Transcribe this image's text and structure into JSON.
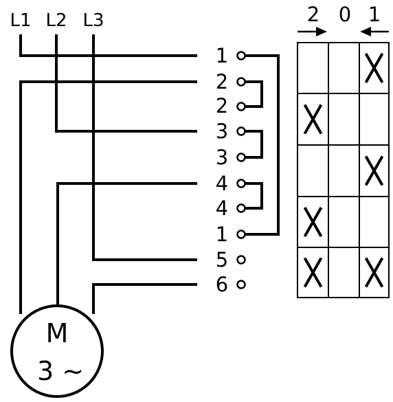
{
  "lines": [
    {
      "key": "L1",
      "label": "L1"
    },
    {
      "key": "L2",
      "label": "L2"
    },
    {
      "key": "L3",
      "label": "L3"
    }
  ],
  "terminals": [
    "1",
    "2",
    "2",
    "3",
    "3",
    "4",
    "4",
    "1",
    "5",
    "6"
  ],
  "switch_positions": [
    "2",
    "0",
    "1"
  ],
  "contact_table": [
    [
      false,
      false,
      true
    ],
    [
      true,
      false,
      false
    ],
    [
      false,
      false,
      true
    ],
    [
      true,
      false,
      false
    ],
    [
      true,
      false,
      true
    ]
  ],
  "contact_mark": "X",
  "motor": {
    "label": "M",
    "phase": "3 ~"
  },
  "colors": {
    "line": "#000000",
    "background": "#ffffff"
  }
}
